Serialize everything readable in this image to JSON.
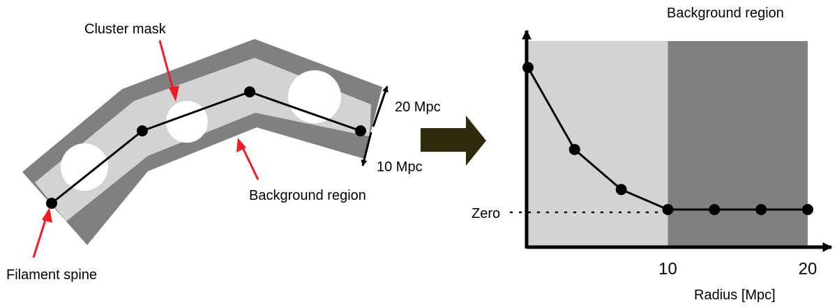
{
  "left_panel": {
    "labels": {
      "cluster_mask": "Cluster mask",
      "filament_spine": "Filament spine",
      "background_region": "Background region",
      "width_inner": "20 Mpc",
      "width_outer": "10 Mpc"
    }
  },
  "right_panel": {
    "title": "Background region",
    "zero_label": "Zero",
    "xlabel": "Radius [Mpc]",
    "x_ticks": [
      "10",
      "20"
    ]
  },
  "colors": {
    "outer_band": "#808080",
    "inner_band": "#d3d3d3",
    "arrow": "#2f2a0c",
    "annotation_arrow": "#ee1c24"
  },
  "chart_data": {
    "type": "line",
    "xlabel": "Radius [Mpc]",
    "ylabel": "",
    "title": "Background region",
    "xlim": [
      0,
      20
    ],
    "ylim": [
      0,
      1
    ],
    "x_ticks": [
      10,
      20
    ],
    "y_ticks_shown": false,
    "background_band": [
      10,
      20
    ],
    "series": [
      {
        "x": [
          0,
          3.33,
          6.67,
          10,
          13.33,
          16.67,
          20
        ],
        "y": [
          0.78,
          0.33,
          0.11,
          0,
          0,
          0,
          0
        ]
      }
    ],
    "zero_reference": {
      "y": 0,
      "label": "Zero",
      "style": "dotted",
      "x_end": 10
    }
  }
}
